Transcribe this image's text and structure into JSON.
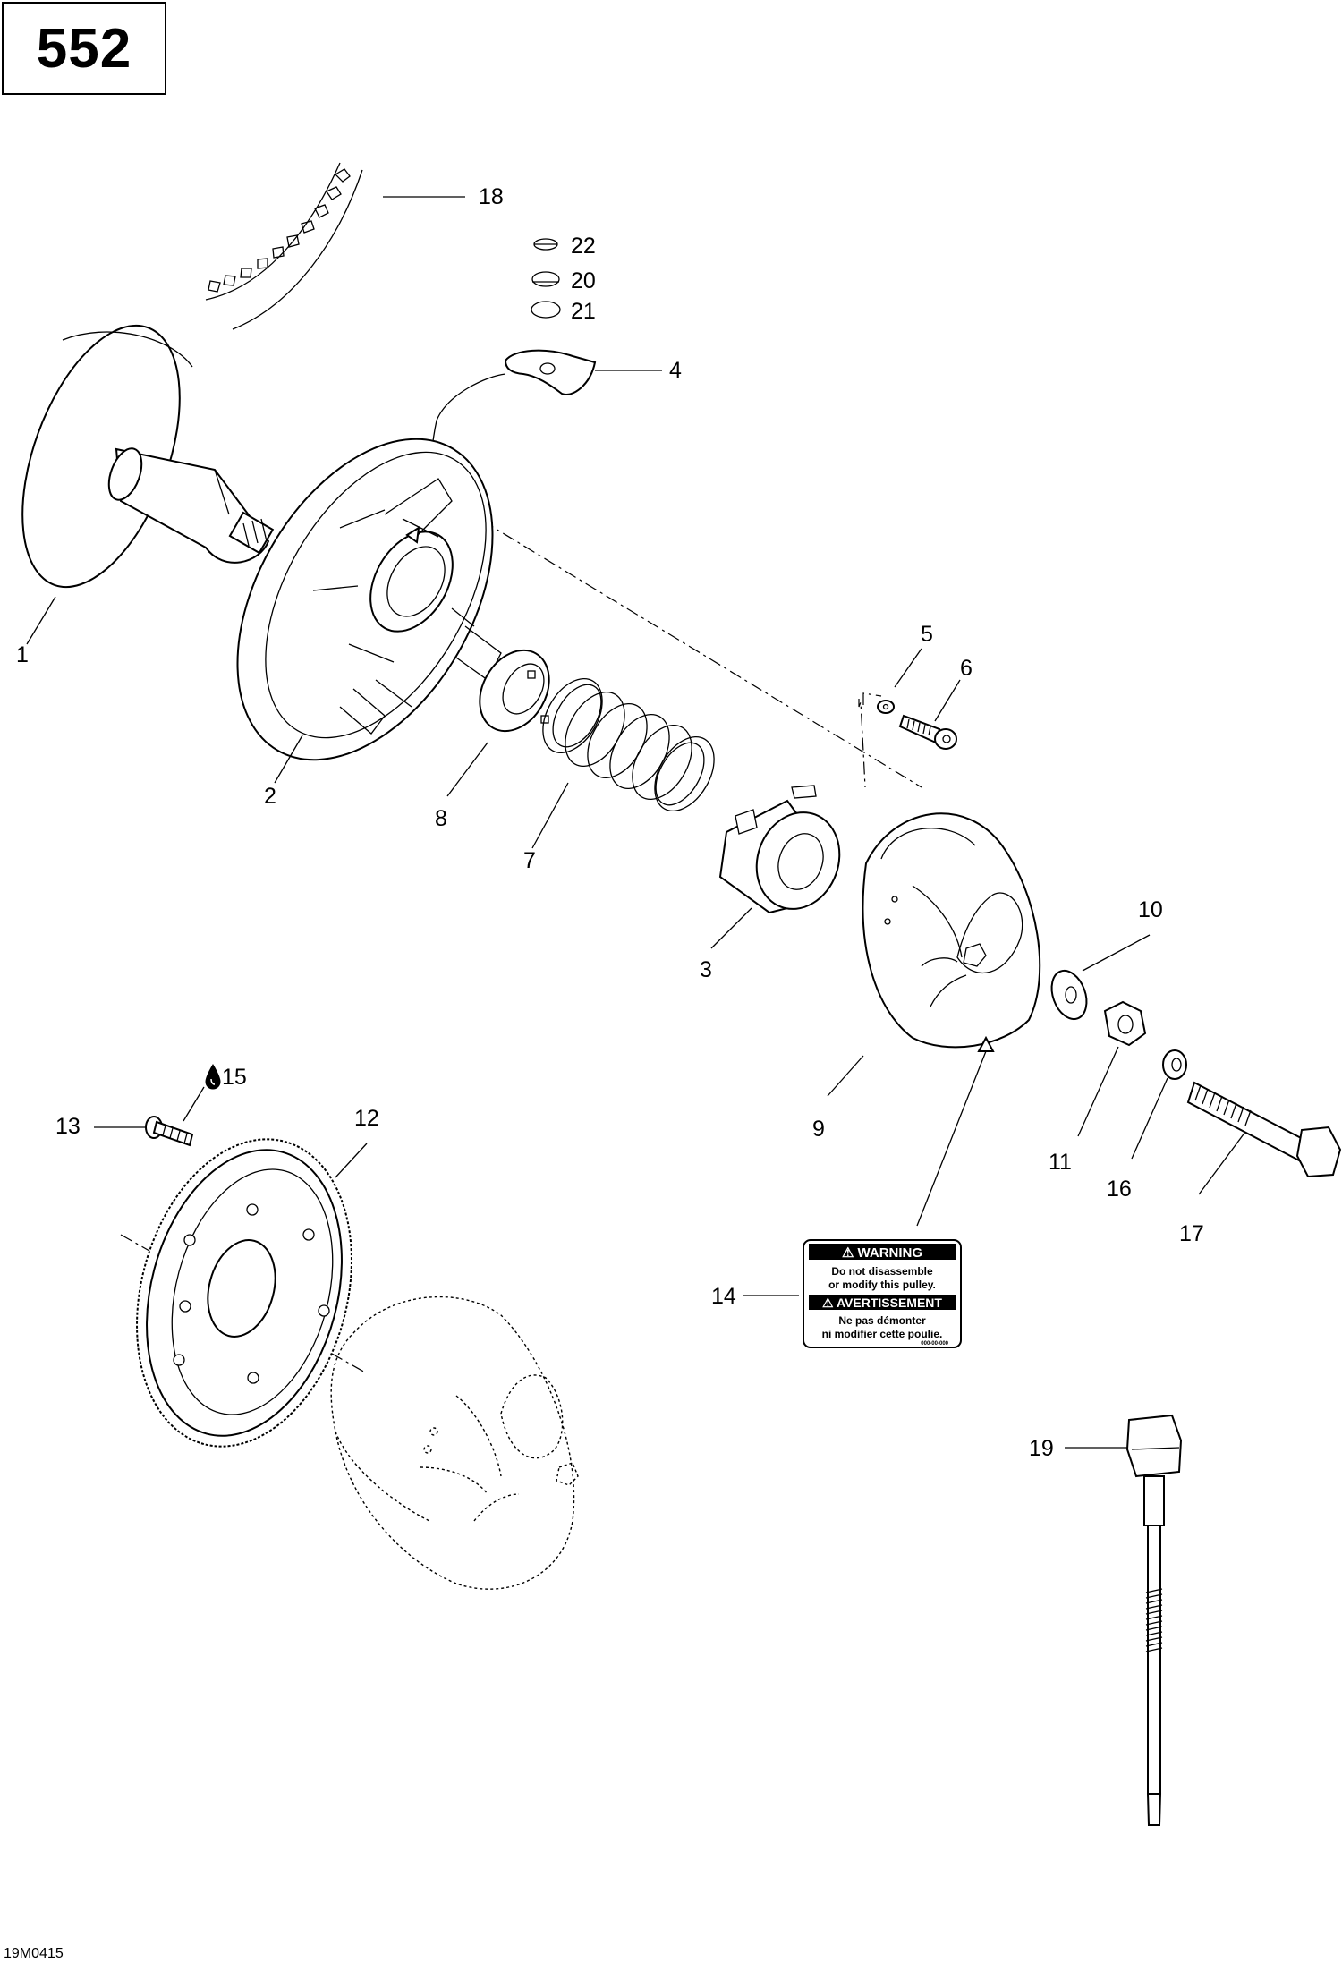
{
  "page_number": "552",
  "figure_code": "19M0415",
  "callouts": {
    "c1": "1",
    "c2": "2",
    "c3": "3",
    "c4": "4",
    "c5": "5",
    "c6": "6",
    "c7": "7",
    "c8": "8",
    "c9": "9",
    "c10": "10",
    "c11": "11",
    "c12": "12",
    "c13": "13",
    "c14": "14",
    "c15": "15",
    "c16": "16",
    "c17": "17",
    "c18": "18",
    "c19": "19",
    "c20": "20",
    "c21": "21",
    "c22": "22"
  },
  "icons": {
    "c15": "oil-drop-icon"
  },
  "warning_label": {
    "line1": "⚠ WARNING",
    "line2": "Do not disassemble",
    "line3": "or modify this pulley.",
    "line4": "⚠ AVERTISSEMENT",
    "line5": "Ne pas démonter",
    "line6": "ni modifier cette poulie.",
    "code": "000-00-000"
  }
}
